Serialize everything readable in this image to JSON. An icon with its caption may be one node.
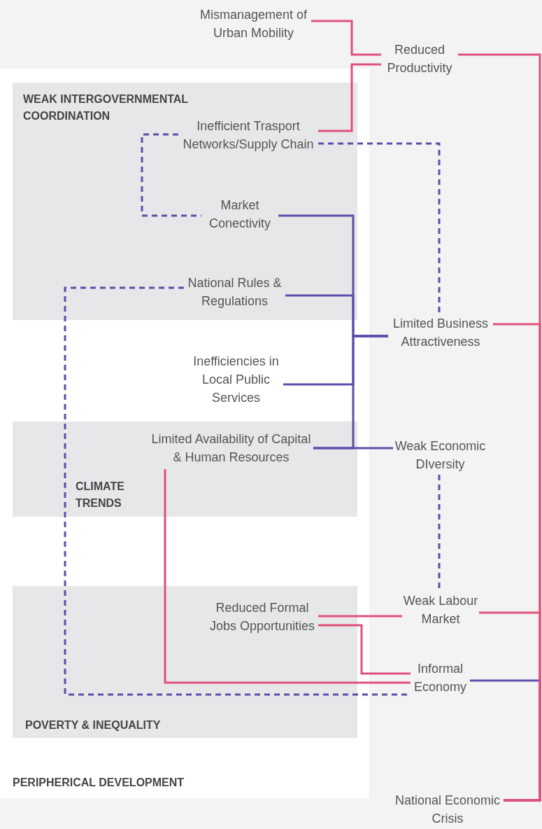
{
  "diagram": {
    "nodes": [
      {
        "text": [
          "PERIPHERICAL DEVELOPMENT"
        ]
      },
      {
        "text": [
          "WEAK INTERGOVERNMENTAL COORDINATION"
        ],
        "in": 0
      },
      {
        "text": [
          "CLIMATE TRENDS"
        ],
        "in": 0
      },
      {
        "text": [
          "POVERTY & INEQUALITY"
        ],
        "in": 0
      },
      {
        "text": [
          "Mismanagement of Urban Mobility"
        ]
      },
      {
        "text": [
          "Reduced Productivity"
        ]
      },
      {
        "text": [
          "Inefficient Trasport Networks/Supply Chain"
        ],
        "in": 1
      },
      {
        "text": [
          "Market Conectivity"
        ],
        "in": 1
      },
      {
        "text": [
          "National Rules & Regulations"
        ],
        "in": 1
      },
      {
        "text": [
          "Inefficiencies in Local Public Services"
        ],
        "in": 0
      },
      {
        "text": [
          "Limited Availability of Capital & Human Resources"
        ],
        "in": 2
      },
      {
        "text": [
          "Limited Business Attractiveness"
        ]
      },
      {
        "text": [
          "Weak Economic DIversity"
        ]
      },
      {
        "text": [
          "Reduced Formal Jobs Opportunities"
        ],
        "in": 3
      },
      {
        "text": [
          "Weak Labour Market"
        ]
      },
      {
        "text": [
          "Informal Economy"
        ]
      },
      {
        "text": [
          "National Economic Crisis"
        ]
      }
    ],
    "edges": [
      {
        "from": 4,
        "to": 5,
        "arrow": "none",
        "color": "#e0507a"
      },
      {
        "from": 6,
        "to": 5,
        "arrow": "none",
        "color": "#e0507a"
      },
      {
        "from": 6,
        "to": 7,
        "arrow": "none",
        "style": "dashed"
      },
      {
        "from": 6,
        "to": 11,
        "arrow": "none",
        "style": "dashed"
      },
      {
        "from": 7,
        "to": 11,
        "arrow": "none"
      },
      {
        "from": 8,
        "to": 11,
        "arrow": "none"
      },
      {
        "from": 9,
        "to": 11,
        "arrow": "none"
      },
      {
        "from": 10,
        "to": 11,
        "arrow": "none"
      },
      {
        "from": 10,
        "to": 12,
        "arrow": "none"
      },
      {
        "from": 12,
        "to": 14,
        "arrow": "none",
        "style": "dashed"
      },
      {
        "from": 13,
        "to": 14,
        "arrow": "none",
        "color": "#e0507a"
      },
      {
        "from": 13,
        "to": 15,
        "arrow": "none",
        "color": "#e0507a"
      },
      {
        "from": 10,
        "to": 15,
        "arrow": "none",
        "color": "#e0507a"
      },
      {
        "from": 8,
        "to": 15,
        "arrow": "none",
        "style": "dashed"
      },
      {
        "from": 15,
        "to": 16,
        "arrow": "none"
      },
      {
        "from": 5,
        "to": 16,
        "arrow": "none",
        "color": "#e0507a"
      },
      {
        "from": 11,
        "to": 16,
        "arrow": "none",
        "color": "#e0507a"
      },
      {
        "from": 14,
        "to": 16,
        "arrow": "none",
        "color": "#e0507a"
      }
    ]
  }
}
